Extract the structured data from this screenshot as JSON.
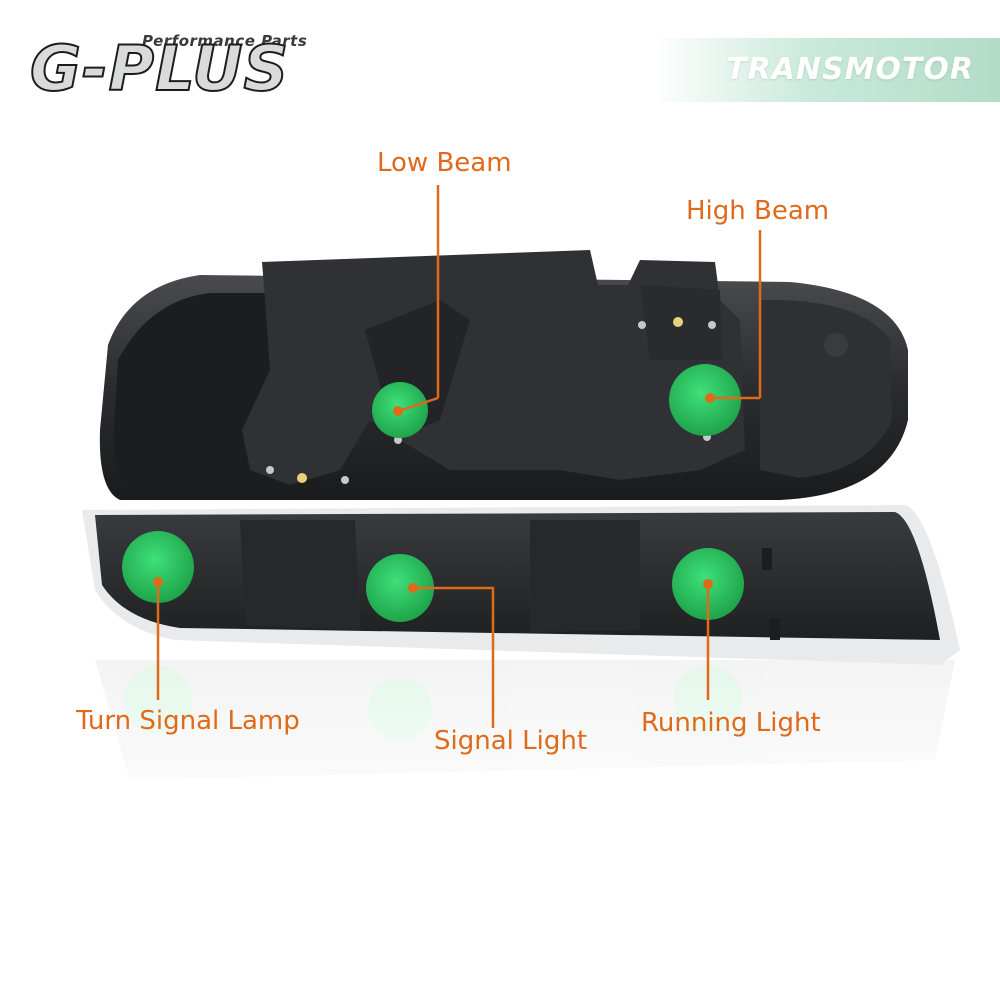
{
  "logo": {
    "tagline": "Performance Parts",
    "name": "G-PLUS"
  },
  "brand": {
    "name": "TRANSMOTOR"
  },
  "callouts": {
    "low_beam": "Low Beam",
    "high_beam": "High Beam",
    "turn_signal": "Turn Signal Lamp",
    "signal_light": "Signal Light",
    "running_light": "Running Light"
  },
  "colors": {
    "callout": "#e06a1a",
    "bulb_socket": "#2fcf63",
    "housing": "#2a2b2d"
  },
  "icons": {
    "bulb_marker": "orange-dot"
  }
}
